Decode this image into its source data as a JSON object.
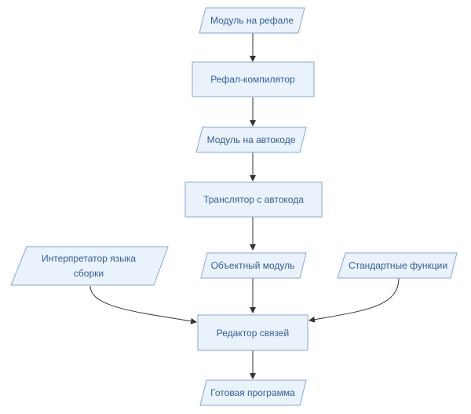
{
  "nodes": {
    "refal_module": "Модуль на рефале",
    "refal_compiler": "Рефал-компилятор",
    "autocode_module": "Модуль на автокоде",
    "autocode_translator": "Транслятор с автокода",
    "assembly_interpreter_line1": "Интерпретатор языка",
    "assembly_interpreter_line2": "сборки",
    "object_module": "Объектный модуль",
    "standard_functions": "Стандартные функции",
    "linker": "Редактор связей",
    "ready_program": "Готовая программа"
  },
  "colors": {
    "node_fill": "#eaf2fb",
    "node_border": "#87a9cf",
    "text": "#2f5f9a",
    "edge": "#333333"
  }
}
